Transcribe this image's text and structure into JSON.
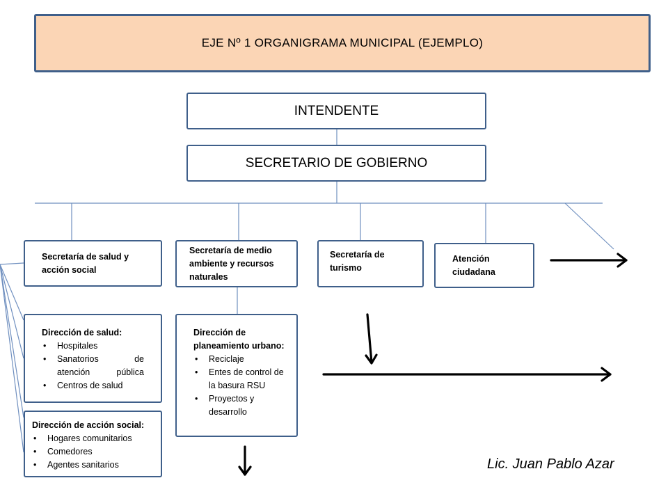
{
  "title": "EJE Nº 1 ORGANIGRAMA MUNICIPAL (EJEMPLO)",
  "intendente": "INTENDENTE",
  "secretario": "SECRETARIO DE GOBIERNO",
  "secretarias": {
    "salud": "Secretaría de salud y acción social",
    "medio_ambiente": "Secretaría de medio ambiente y recursos naturales",
    "turismo": "Secretaría de turismo",
    "atencion": "Atención ciudadana"
  },
  "direcciones": {
    "salud": {
      "heading": "Dirección de salud:",
      "items": [
        "Hospitales",
        "Sanatorios de atención pública",
        "Centros de salud"
      ]
    },
    "planeamiento": {
      "heading": "Dirección de planeamiento urbano:",
      "items": [
        "Reciclaje",
        "Entes de control de la basura RSU",
        "Proyectos y desarrollo"
      ]
    },
    "accion_social": {
      "heading": "Dirección de acción social:",
      "items": [
        "Hogares comunitarios",
        "Comedores",
        "Agentes sanitarios"
      ]
    }
  },
  "signature": "Lic. Juan Pablo Azar",
  "colors": {
    "title_fill": "#fbd5b5",
    "box_border": "#3f5f8a",
    "connector": "#6f8fbf"
  }
}
